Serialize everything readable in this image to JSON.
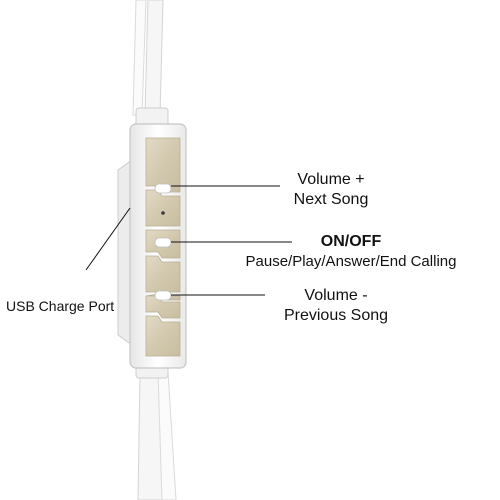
{
  "labels": {
    "usb": "USB Charge Port",
    "vol_plus_line1": "Volume +",
    "vol_plus_line2": "Next Song",
    "onoff_title": "ON/OFF",
    "onoff_desc": "Pause/Play/Answer/End Calling",
    "vol_minus_line1": "Volume -",
    "vol_minus_line2": "Previous Song"
  },
  "colors": {
    "button_gold": "#d6cdb6",
    "cable_white": "#f4f4f4",
    "outline": "#c9c9c9",
    "line": "#111111"
  }
}
